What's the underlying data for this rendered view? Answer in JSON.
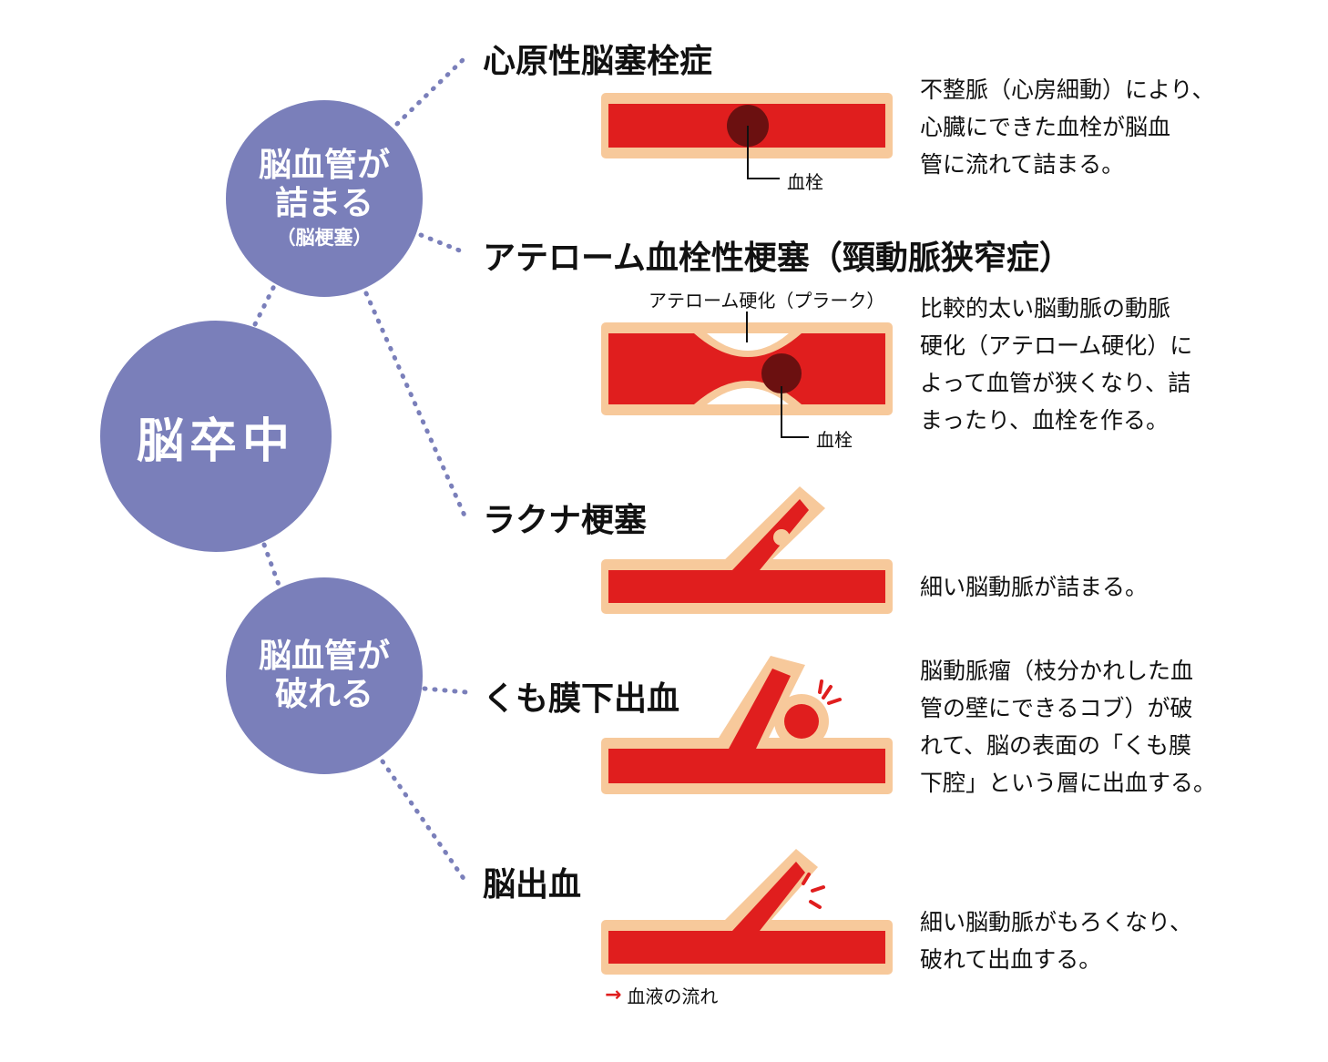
{
  "root": {
    "label": "脳卒中"
  },
  "categories": [
    {
      "line1": "脳血管が",
      "line2": "詰まる",
      "sub": "（脳梗塞）"
    },
    {
      "line1": "脳血管が",
      "line2": "破れる",
      "sub": ""
    }
  ],
  "types": [
    {
      "title": "心原性脳塞栓症",
      "desc": [
        "不整脈（心房細動）により、",
        "心臓にできた血栓が脳血",
        "管に流れて詰まる。"
      ]
    },
    {
      "title": "アテローム血栓性梗塞（頸動脈狭窄症）",
      "desc": [
        "比較的太い脳動脈の動脈",
        "硬化（アテローム硬化）に",
        "よって血管が狭くなり、詰",
        "まったり、血栓を作る。"
      ]
    },
    {
      "title": "ラクナ梗塞",
      "desc": [
        "細い脳動脈が詰まる。"
      ]
    },
    {
      "title": "くも膜下出血",
      "desc": [
        "脳動脈瘤（枝分かれした血",
        "管の壁にできるコブ）が破",
        "れて、脳の表面の「くも膜",
        "下腔」という層に出血する。"
      ]
    },
    {
      "title": "脳出血",
      "desc": [
        "細い脳動脈がもろくなり、",
        "破れて出血する。"
      ]
    }
  ],
  "labels": {
    "clot1": "血栓",
    "clot2": "血栓",
    "plaque": "アテローム硬化（プラーク）"
  },
  "legend": {
    "text": "血液の流れ"
  },
  "colors": {
    "circle": "#7a7fba",
    "blood": "#e01e1e",
    "wall": "#f7c99b",
    "clot": "#6b1010",
    "dots": "#7a7fba"
  }
}
